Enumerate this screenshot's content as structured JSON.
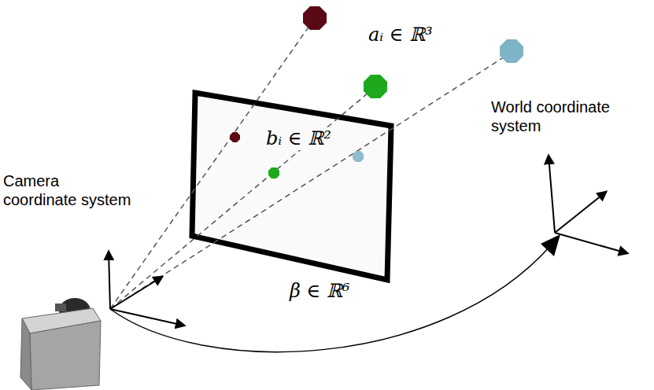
{
  "diagram": {
    "labels": [
      "aᵢ ∈ ℝ³",
      "bᵢ ∈ ℝ²",
      "β ∈ ℝ⁶",
      "World coordinate system",
      "Camera coordinate system"
    ]
  }
}
